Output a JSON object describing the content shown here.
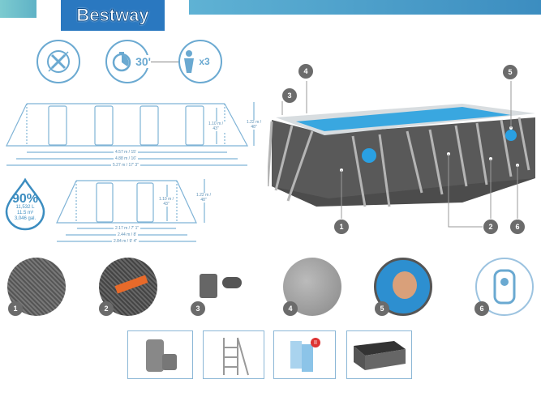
{
  "brand": {
    "logo_text": "Bestway",
    "primary_color": "#2a78c0",
    "accent_color": "#6aa9d1"
  },
  "features": {
    "no_tools_icon": "no-tools-icon",
    "setup_time": "30'",
    "people": "x3"
  },
  "large_diagram": {
    "wall_height": "1.10 m / 43\"",
    "frame_height": "1.22 m / 48\"",
    "inner_length": "4.57 m / 15'",
    "length": "4.88 m / 16'",
    "outer_length": "5.27 m / 17' 3\""
  },
  "small_diagram": {
    "wall_height": "1.10 m / 43\"",
    "frame_height": "1.22 m / 48\"",
    "inner_width": "2.17 m / 7' 1\"",
    "width": "2.44 m / 8'",
    "outer_width": "2.84 m / 9' 4\""
  },
  "capacity": {
    "fill": "90%",
    "liters": "11,532 L",
    "cubic": "11.5 m³",
    "gallons": "3,046 gal."
  },
  "callouts": [
    "1",
    "2",
    "3",
    "4",
    "5",
    "6"
  ],
  "components": [
    {
      "number": "1",
      "name": "liner-fabric"
    },
    {
      "number": "2",
      "name": "repair-patch"
    },
    {
      "number": "3",
      "name": "connectors"
    },
    {
      "number": "4",
      "name": "top-rail"
    },
    {
      "number": "5",
      "name": "pool-interior"
    },
    {
      "number": "6",
      "name": "valve"
    }
  ],
  "accessories": [
    "filter-pump",
    "ladder",
    "filter-cartridges",
    "pool-cover"
  ],
  "accessory_badge": "II"
}
